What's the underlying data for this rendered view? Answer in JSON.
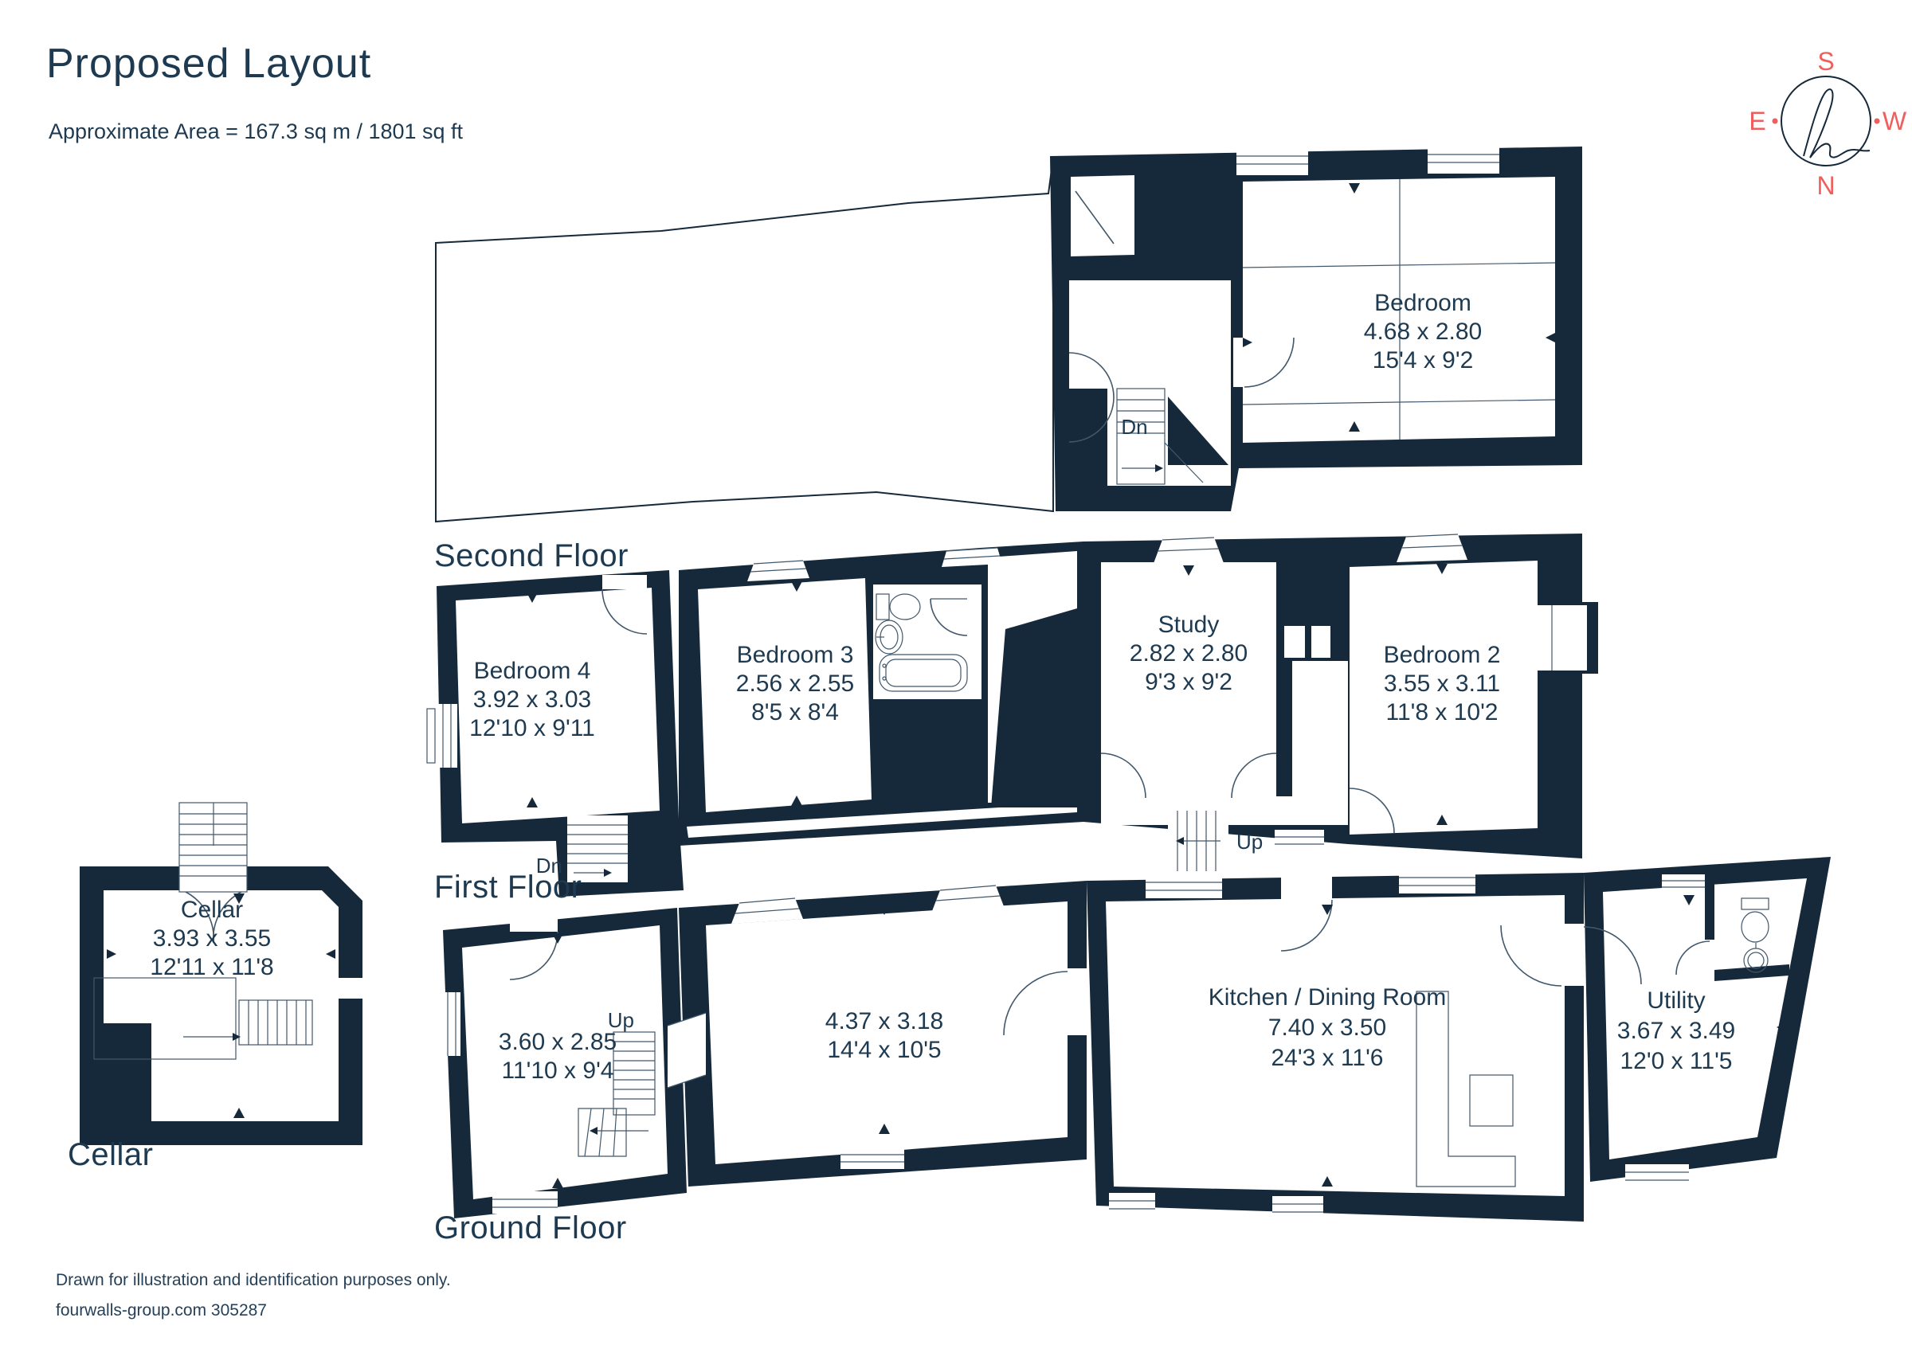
{
  "title": "Proposed Layout",
  "subtitle": "Approximate Area = 167.3 sq m / 1801 sq ft",
  "compass": {
    "n": "N",
    "s": "S",
    "e": "E",
    "w": "W"
  },
  "floors": {
    "second": {
      "label": "Second Floor",
      "stair_down": "Dn",
      "rooms": [
        {
          "name": "Bedroom",
          "metric": "4.68 x 2.80",
          "imperial": "15'4 x 9'2"
        }
      ]
    },
    "first": {
      "label": "First Floor",
      "stair_down": "Dn",
      "stair_up": "Up",
      "rooms": [
        {
          "name": "Bedroom 4",
          "metric": "3.92 x 3.03",
          "imperial": "12'10 x 9'11"
        },
        {
          "name": "Bedroom 3",
          "metric": "2.56 x 2.55",
          "imperial": "8'5 x 8'4"
        },
        {
          "name": "Study",
          "metric": "2.82 x 2.80",
          "imperial": "9'3 x 9'2"
        },
        {
          "name": "Bedroom 2",
          "metric": "3.55 x 3.11",
          "imperial": "11'8 x 10'2"
        }
      ]
    },
    "ground": {
      "label": "Ground Floor",
      "stair_up": "Up",
      "rooms": [
        {
          "metric": "3.60 x 2.85",
          "imperial": "11'10 x 9'4"
        },
        {
          "metric": "4.37 x 3.18",
          "imperial": "14'4 x 10'5"
        },
        {
          "name": "Kitchen / Dining Room",
          "metric": "7.40 x 3.50",
          "imperial": "24'3 x 11'6"
        },
        {
          "name": "Utility",
          "metric": "3.67 x 3.49",
          "imperial": "12'0 x 11'5"
        }
      ]
    },
    "cellar": {
      "label": "Cellar",
      "rooms": [
        {
          "name": "Cellar",
          "metric": "3.93 x 3.55",
          "imperial": "12'11 x 11'8"
        }
      ]
    }
  },
  "footer": {
    "line1": "Drawn for illustration and identification purposes only.",
    "line2": "fourwalls-group.com 305287"
  },
  "colors": {
    "wall": "#16293A",
    "accent": "#EE5F5E"
  }
}
